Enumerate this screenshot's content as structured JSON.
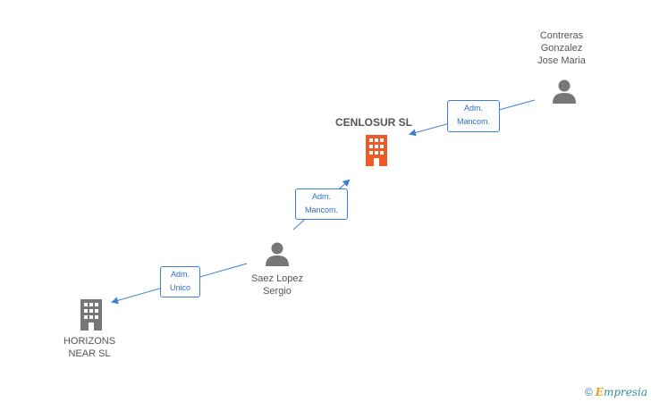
{
  "nodes": {
    "contreras": {
      "lines": [
        "Contreras",
        "Gonzalez",
        "Jose Maria"
      ],
      "kind": "person"
    },
    "cenlosur": {
      "lines": [
        "CENLOSUR SL"
      ],
      "kind": "company-main"
    },
    "saez": {
      "lines": [
        "Saez Lopez",
        "Sergio"
      ],
      "kind": "person"
    },
    "horizons": {
      "lines": [
        "HORIZONS",
        "NEAR SL"
      ],
      "kind": "company"
    }
  },
  "edges": [
    {
      "id": "contreras-cenlosur",
      "lines": [
        "Adm.",
        "Mancom."
      ]
    },
    {
      "id": "saez-cenlosur",
      "lines": [
        "Adm.",
        "Mancom."
      ]
    },
    {
      "id": "saez-horizons",
      "lines": [
        "Adm.",
        "Unico"
      ]
    }
  ],
  "colors": {
    "person_icon": "#777777",
    "company_icon": "#777777",
    "company_main_icon": "#f05a28",
    "edge": "#3d7fd1"
  },
  "watermark": {
    "copyright": "©",
    "brand_initial": "E",
    "brand_rest": "mpresia"
  }
}
